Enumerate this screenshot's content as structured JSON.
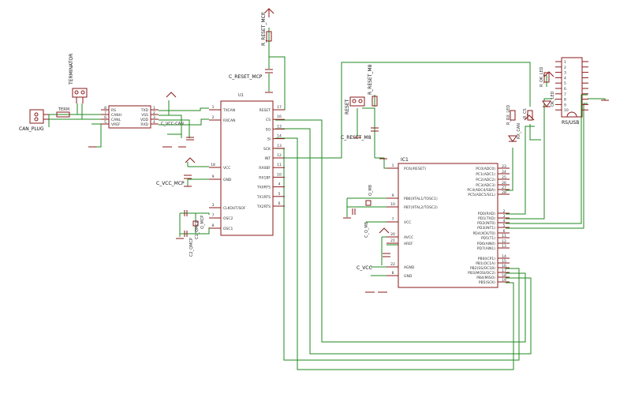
{
  "parts": {
    "can_plug": "CAN_PLUG",
    "terminator": "TERMINATOR",
    "term": "TERM",
    "c_vcc_can": "C_VCC-CAN",
    "u1": "U1",
    "r_reset_mcp": "R_RESET_MCP",
    "c_reset_mcp": "C_RESET_MCP",
    "c_vcc_mcp": "C_VCC_MCP",
    "c2_qmcp": "C2_QMCP",
    "c1_qmcp": "C1_QMCP",
    "q_mcp": "Q_MCP",
    "reset": "RESET",
    "r_reset_m8": "R_RESET_M8",
    "c_reset_m8": "C_RESET_M8",
    "ic1": "IC1",
    "c_q_m8": "C_Q_M8",
    "q_m8": "Q_M8",
    "c_vcc": "C_VCC",
    "r_rx_led": "R_RX_LED",
    "r_cs": "R_CS",
    "rx_can": "RX_CAN",
    "r_ok_led": "R_OK_LED",
    "ok_led": "OK_LED",
    "rs_usb": "RS/USB"
  },
  "transceiver": {
    "left_pins": [
      {
        "num": "8",
        "name": "RS"
      },
      {
        "num": "7",
        "name": "CANH"
      },
      {
        "num": "6",
        "name": "CANL"
      },
      {
        "num": "5",
        "name": "VREF"
      }
    ],
    "right_pins": [
      {
        "num": "1",
        "name": "TXD"
      },
      {
        "num": "2",
        "name": "VSS"
      },
      {
        "num": "3",
        "name": "VDD"
      },
      {
        "num": "4",
        "name": "RXD"
      }
    ]
  },
  "u1": {
    "left_pins": [
      {
        "num": "1",
        "name": "TXCAN"
      },
      {
        "num": "2",
        "name": "RXCAN"
      },
      {
        "num": "18",
        "name": "VCC"
      },
      {
        "num": "9",
        "name": "GND"
      },
      {
        "num": "3",
        "name": "CLKOUT/SOF"
      },
      {
        "num": "7",
        "name": "OSC2"
      },
      {
        "num": "8",
        "name": "OSC1"
      }
    ],
    "right_pins": [
      {
        "num": "17",
        "name": "RESET"
      },
      {
        "num": "16",
        "name": "CS"
      },
      {
        "num": "13",
        "name": "SO"
      },
      {
        "num": "14",
        "name": "SI"
      },
      {
        "num": "13",
        "name": "SCK"
      },
      {
        "num": "12",
        "name": "INT"
      },
      {
        "num": "11",
        "name": "RX0BF"
      },
      {
        "num": "10",
        "name": "RX1BF"
      },
      {
        "num": "4",
        "name": "TX0RTS"
      },
      {
        "num": "5",
        "name": "TX1RTS"
      },
      {
        "num": "6",
        "name": "TX2RTS"
      }
    ]
  },
  "ic1": {
    "left_pins": [
      {
        "num": "1",
        "name": "PC6(/RESET)"
      },
      {
        "num": "9",
        "name": "PB6(XTAL1/TOSC1)"
      },
      {
        "num": "10",
        "name": "PB7(XTAL2/TOSC2)"
      },
      {
        "num": "7",
        "name": "VCC"
      },
      {
        "num": "20",
        "name": "AVCC"
      },
      {
        "num": "21",
        "name": "AREF"
      },
      {
        "num": "22",
        "name": "AGND"
      },
      {
        "num": "8",
        "name": "GND"
      }
    ],
    "right_pins": [
      {
        "num": "23",
        "name": "PC0(ADC0)"
      },
      {
        "num": "24",
        "name": "PC1(ADC1)"
      },
      {
        "num": "25",
        "name": "PC2(ADC2)"
      },
      {
        "num": "26",
        "name": "PC3(ADC3)"
      },
      {
        "num": "27",
        "name": "PC4(ADC4/SDA)"
      },
      {
        "num": "28",
        "name": "PC5(ADC5/SCL)"
      },
      {
        "num": "2",
        "name": "PD0(RXD)"
      },
      {
        "num": "3",
        "name": "PD1(TXD)"
      },
      {
        "num": "4",
        "name": "PD2(INT0)"
      },
      {
        "num": "5",
        "name": "PD3(INT1)"
      },
      {
        "num": "6",
        "name": "PD4(XCK/T0)"
      },
      {
        "num": "11",
        "name": "PD5(T1)"
      },
      {
        "num": "12",
        "name": "PD6(AIN0)"
      },
      {
        "num": "13",
        "name": "PD7(AIN1)"
      },
      {
        "num": "14",
        "name": "PB0(ICP1)"
      },
      {
        "num": "15",
        "name": "PB1(OC1A)"
      },
      {
        "num": "16",
        "name": "PB2(SS/OC1B)"
      },
      {
        "num": "17",
        "name": "PB3(MOSI/OC2)"
      },
      {
        "num": "18",
        "name": "PB4(MISO)"
      },
      {
        "num": "19",
        "name": "PB5(SCK)"
      }
    ]
  },
  "header_pins": [
    "1",
    "2",
    "3",
    "4",
    "5",
    "6",
    "7",
    "8",
    "9",
    "10"
  ]
}
